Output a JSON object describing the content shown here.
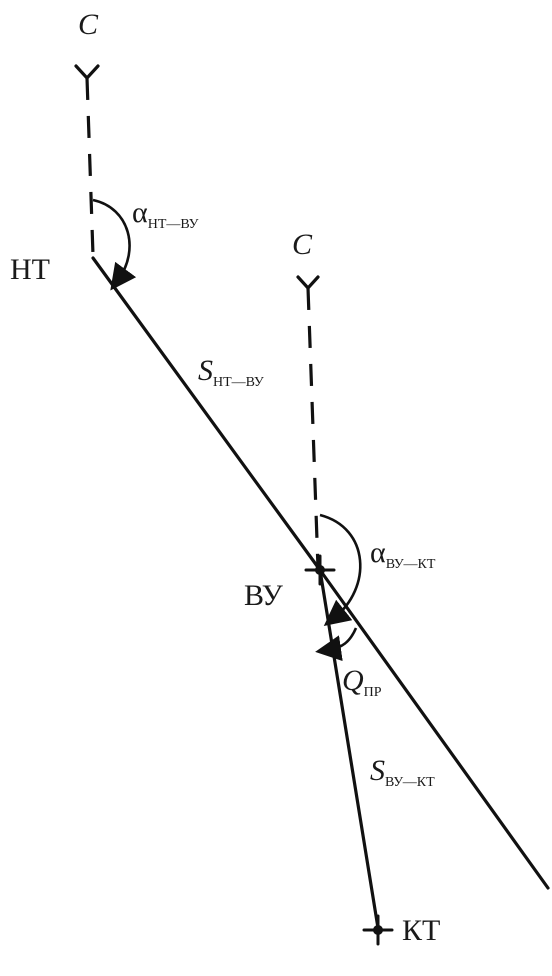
{
  "north_label_1": "C",
  "north_label_2": "C",
  "start_point": "НТ",
  "vertex": "ВУ",
  "end_point": "КТ",
  "alpha_1": {
    "symbol": "α",
    "sub": "НТ—ВУ"
  },
  "side_1": {
    "symbol": "S",
    "sub": "НТ—ВУ"
  },
  "alpha_2": {
    "symbol": "α",
    "sub": "ВУ—КТ"
  },
  "angle_q": {
    "symbol": "Q",
    "sub": "ПР"
  },
  "side_2": {
    "symbol": "S",
    "sub": "ВУ—КТ"
  }
}
